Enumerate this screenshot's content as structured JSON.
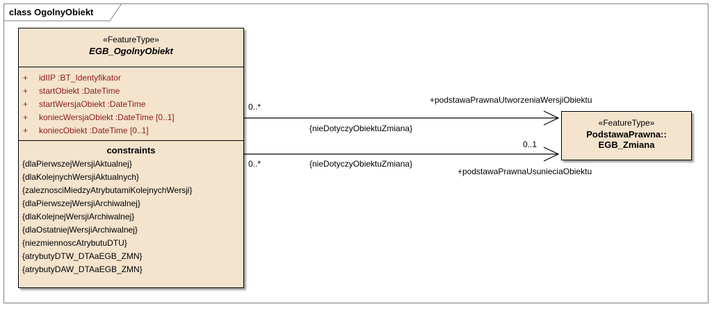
{
  "frame": {
    "label": "class OgolnyObiekt"
  },
  "class_main": {
    "stereotype": "«FeatureType»",
    "name": "EGB_OgolnyObiekt",
    "attributes": [
      {
        "vis": "+",
        "text": "idIIP :BT_Identyfikator"
      },
      {
        "vis": "+",
        "text": "startObiekt :DateTime"
      },
      {
        "vis": "+",
        "text": "startWersjaObiekt :DateTime"
      },
      {
        "vis": "+",
        "text": "koniecWersjaObiekt :DateTime [0..1]"
      },
      {
        "vis": "+",
        "text": "koniecObiekt :DateTime [0..1]"
      }
    ],
    "constraints_title": "constraints",
    "constraints": [
      "{dlaPierwszejWersjiAktualnej}",
      "{dlaKolejnychWersjiAktualnych}",
      "{zaleznosciMiedzyAtrybutamiKolejnychWersji}",
      "{dlaPierwszejWersjiArchiwalnej}",
      "{dlaKolejnejWersjiArchiwalnej}",
      "{dlaOstatniejWersjiArchiwalnej}",
      "{niezmiennoscAtrybutuDTU}",
      "{atrybutyDTW_DTAaEGB_ZMN}",
      "{atrybutyDAW_DTAaEGB_ZMN}"
    ]
  },
  "class_target": {
    "stereotype": "«FeatureType»",
    "name_line1": "PodstawaPrawna::",
    "name_line2": "EGB_Zmiana"
  },
  "associations": [
    {
      "source_mult": "0..*",
      "role": "+podstawaPrawnaUtworzeniaWersjiObiektu",
      "constraint": "{nieDotyczyObiektuZmiana}"
    },
    {
      "source_mult": "0..*",
      "target_mult": "0..1",
      "role": "+podstawaPrawnaUsunieciaObiektu",
      "constraint": "{nieDotyczyObiektuZmiana}"
    }
  ],
  "colors": {
    "class_fill": "#f4e3cd",
    "attribute_text": "#8b1a1a",
    "frame_border": "#7f7f7f"
  }
}
